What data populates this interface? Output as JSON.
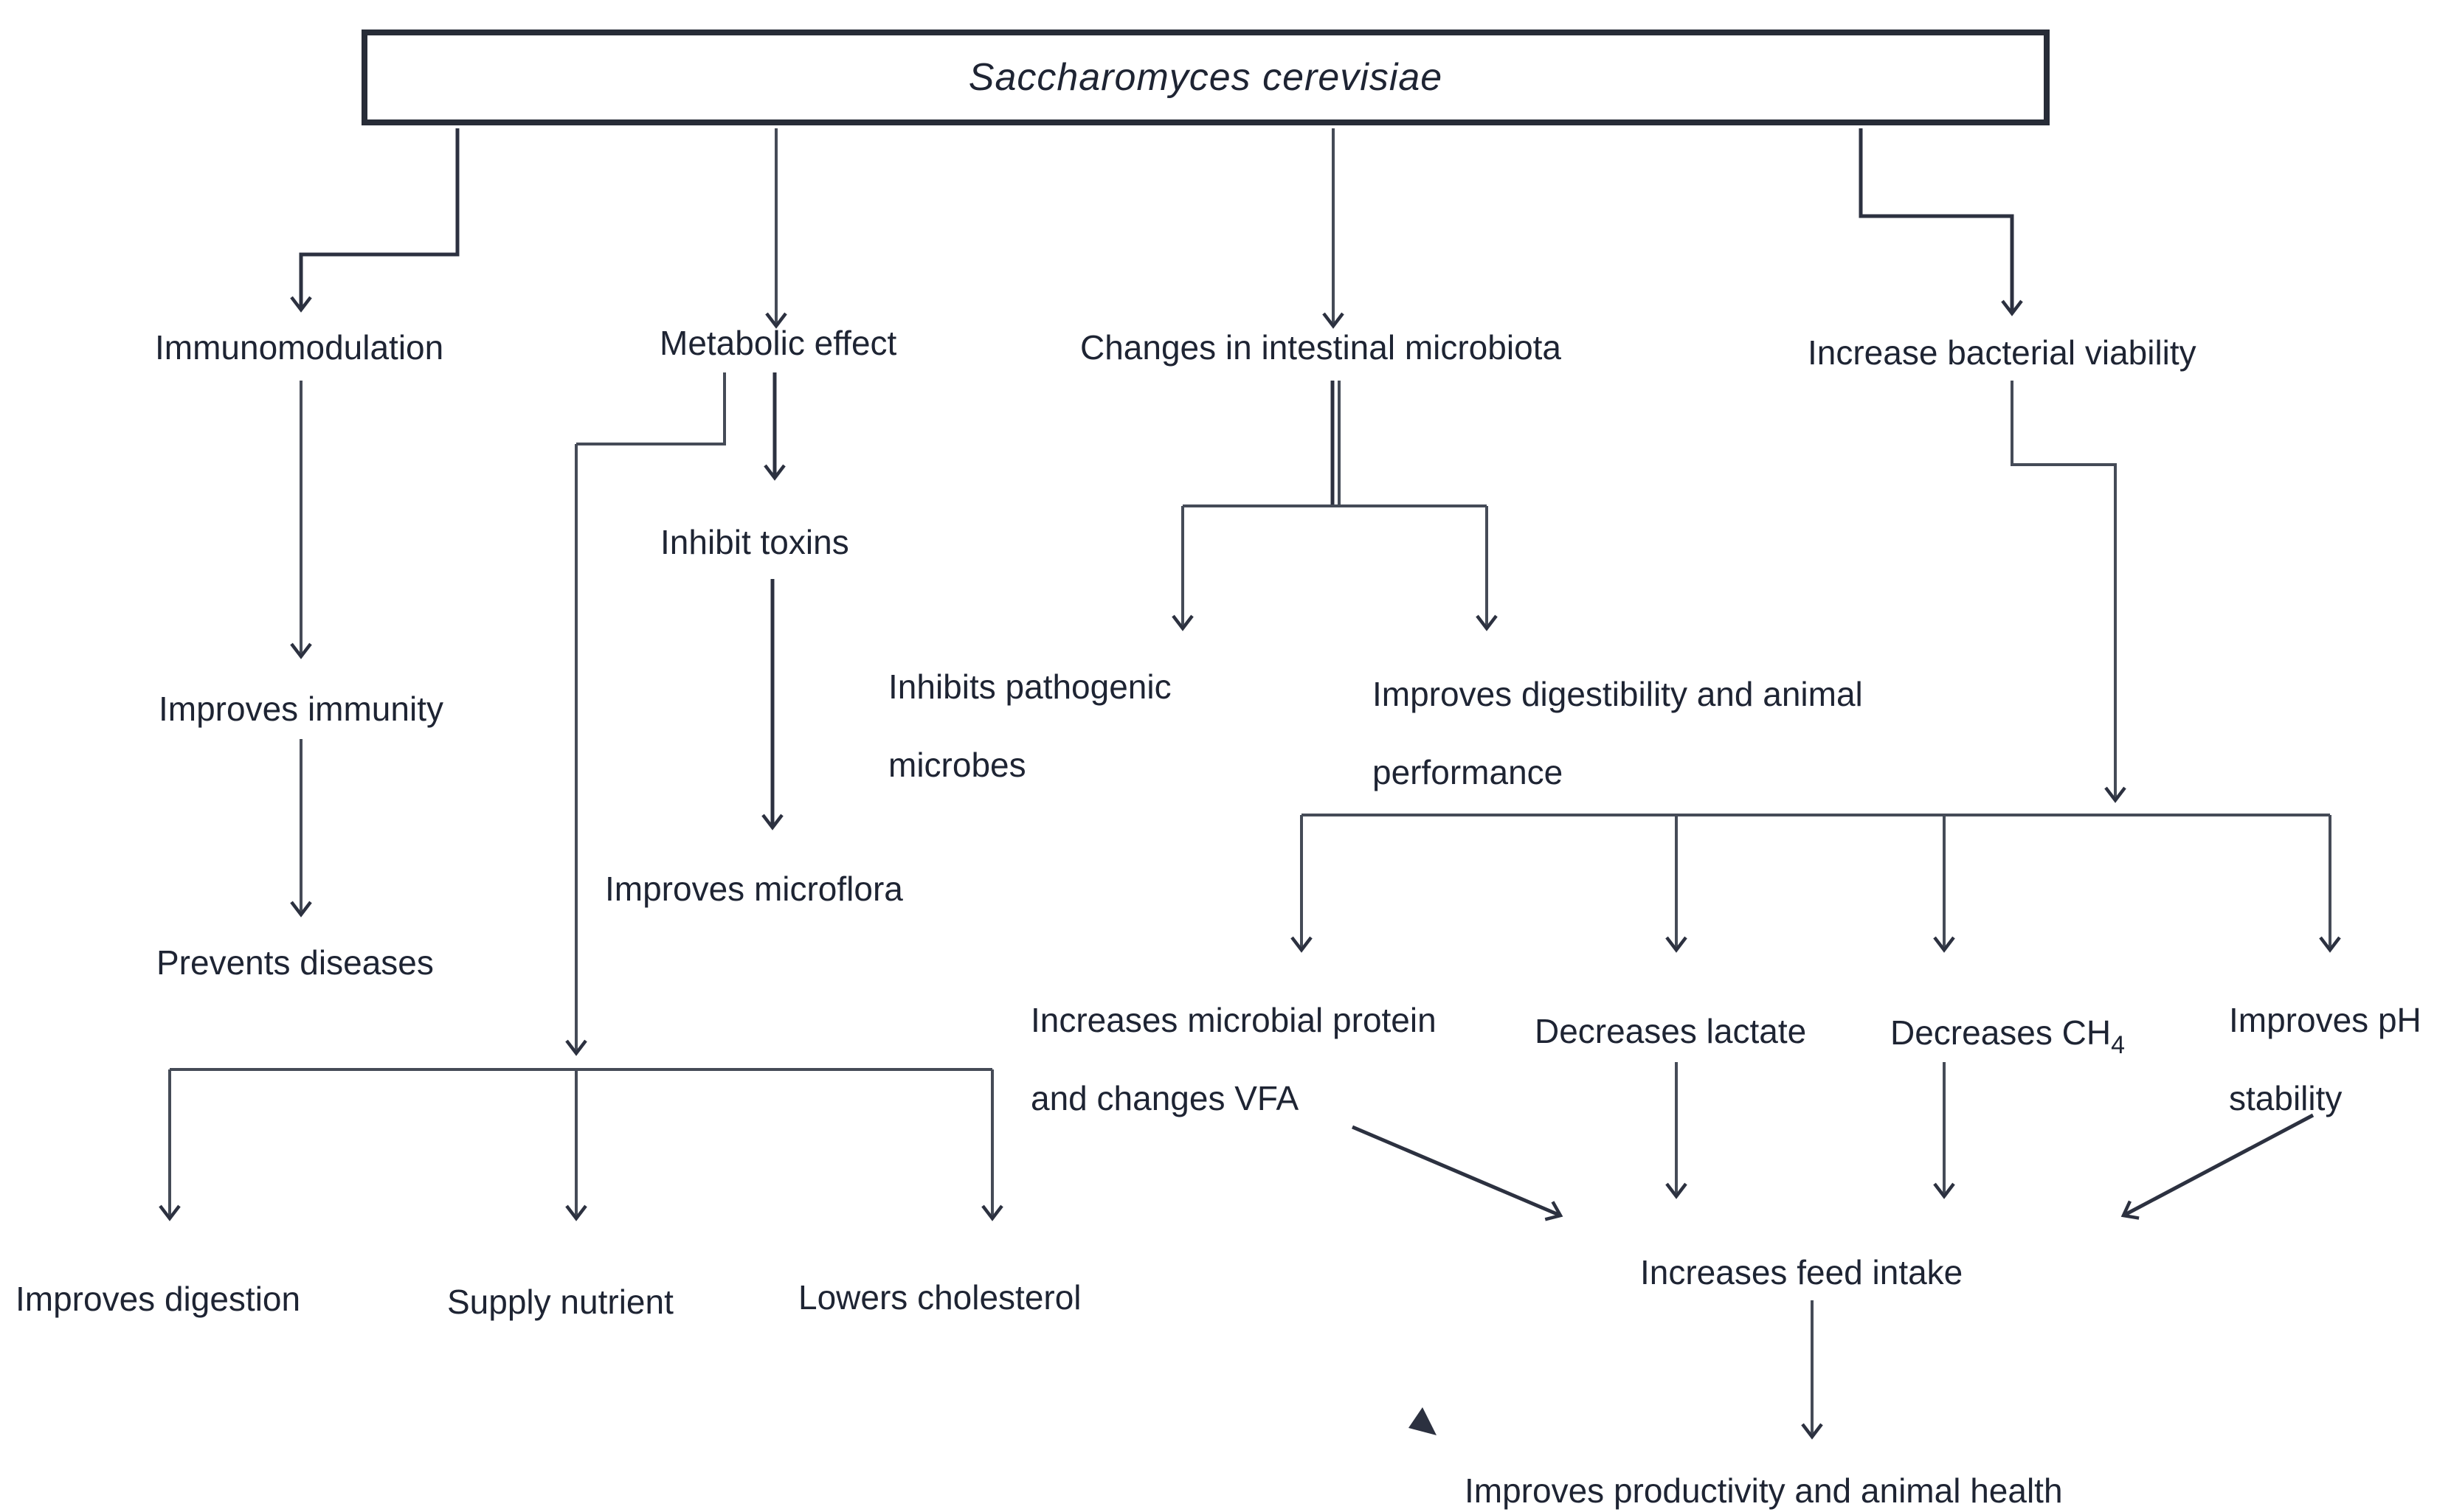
{
  "diagram": {
    "title": "Saccharomyces cerevisiae",
    "colors": {
      "background": "#ffffff",
      "text": "#1e2433",
      "line": "#454b57",
      "box_border": "#272c37"
    },
    "nodes": {
      "immunomodulation": {
        "lines": [
          "Immunomodulation"
        ]
      },
      "metabolic_effect": {
        "lines": [
          "Metabolic effect"
        ]
      },
      "intestinal_microbiota": {
        "lines": [
          "Changes in intestinal microbiota"
        ]
      },
      "bacterial_viability": {
        "lines": [
          "Increase bacterial viability"
        ]
      },
      "improves_immunity": {
        "lines": [
          "Improves immunity"
        ]
      },
      "prevents_diseases": {
        "lines": [
          "Prevents diseases"
        ]
      },
      "inhibit_toxins": {
        "lines": [
          "Inhibit toxins"
        ]
      },
      "improves_microflora": {
        "lines": [
          "Improves microflora"
        ]
      },
      "inhibits_pathogenic": {
        "lines": [
          "Inhibits pathogenic",
          "microbes"
        ]
      },
      "improves_digestibility": {
        "lines": [
          "Improves digestibility and animal",
          "performance"
        ]
      },
      "microbial_protein": {
        "lines": [
          "Increases microbial protein",
          "and changes VFA"
        ]
      },
      "decreases_lactate": {
        "lines": [
          "Decreases lactate"
        ]
      },
      "decreases_ch4": {
        "text": "Decreases CH",
        "sub": "4"
      },
      "improves_ph": {
        "lines": [
          "Improves pH",
          "stability"
        ]
      },
      "feed_intake": {
        "lines": [
          "Increases feed intake"
        ]
      },
      "productivity": {
        "lines": [
          "Improves productivity and animal health"
        ]
      },
      "improves_digestion": {
        "lines": [
          "Improves digestion"
        ]
      },
      "supply_nutrient": {
        "lines": [
          "Supply nutrient"
        ]
      },
      "lowers_cholesterol": {
        "lines": [
          "Lowers cholesterol"
        ]
      }
    },
    "edges": [
      {
        "from": "root",
        "to": "immunomodulation"
      },
      {
        "from": "root",
        "to": "metabolic_effect"
      },
      {
        "from": "root",
        "to": "intestinal_microbiota"
      },
      {
        "from": "root",
        "to": "bacterial_viability"
      },
      {
        "from": "immunomodulation",
        "to": "improves_immunity"
      },
      {
        "from": "improves_immunity",
        "to": "prevents_diseases"
      },
      {
        "from": "metabolic_effect",
        "to": "inhibit_toxins"
      },
      {
        "from": "inhibit_toxins",
        "to": "improves_microflora"
      },
      {
        "from": "metabolic_effect",
        "to": "improves_digestion"
      },
      {
        "from": "metabolic_effect",
        "to": "supply_nutrient"
      },
      {
        "from": "metabolic_effect",
        "to": "lowers_cholesterol"
      },
      {
        "from": "intestinal_microbiota",
        "to": "inhibits_pathogenic"
      },
      {
        "from": "intestinal_microbiota",
        "to": "improves_digestibility"
      },
      {
        "from": "bacterial_viability",
        "to": "microbial_protein"
      },
      {
        "from": "bacterial_viability",
        "to": "decreases_lactate"
      },
      {
        "from": "bacterial_viability",
        "to": "decreases_ch4"
      },
      {
        "from": "bacterial_viability",
        "to": "improves_ph"
      },
      {
        "from": "microbial_protein",
        "to": "feed_intake"
      },
      {
        "from": "decreases_lactate",
        "to": "feed_intake"
      },
      {
        "from": "decreases_ch4",
        "to": "feed_intake"
      },
      {
        "from": "improves_ph",
        "to": "feed_intake"
      },
      {
        "from": "feed_intake",
        "to": "productivity"
      }
    ]
  }
}
